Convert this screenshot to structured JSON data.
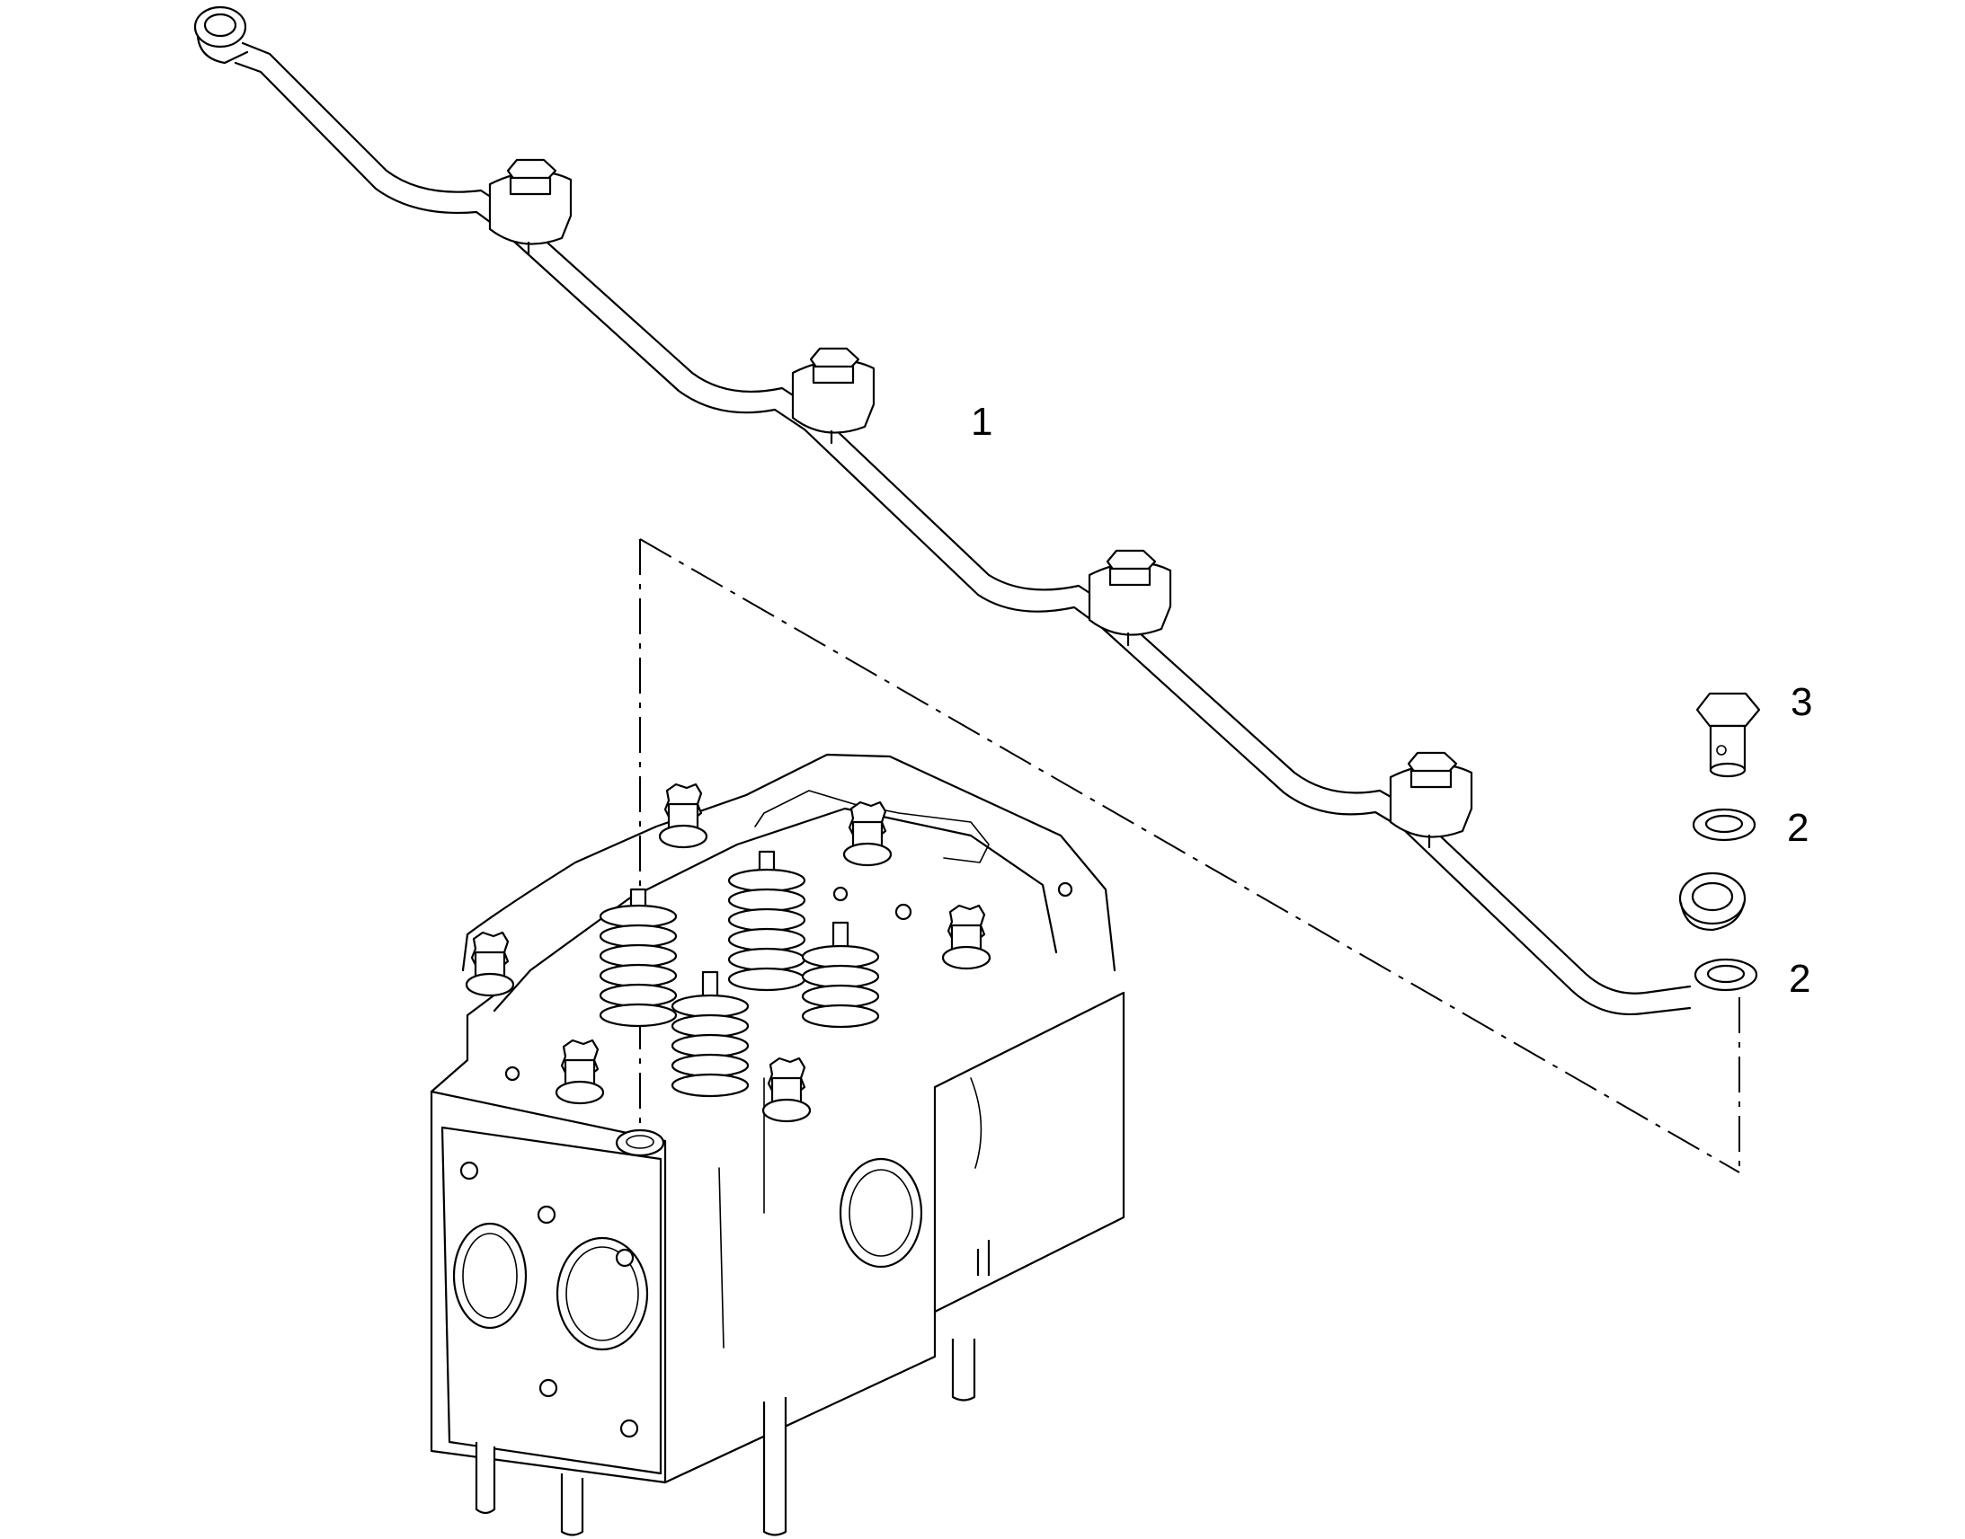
{
  "callouts": {
    "pipe": "1",
    "washer_upper": "2",
    "washer_lower": "2",
    "banjo_bolt": "3"
  },
  "icons": {
    "leak_off_pipe": "fuel-leak-off-pipe-icon",
    "cylinder_head": "cylinder-head-icon",
    "banjo_bolt": "banjo-bolt-icon",
    "sealing_washer": "sealing-washer-icon"
  },
  "colors": {
    "line": "#000000",
    "background": "#ffffff"
  }
}
